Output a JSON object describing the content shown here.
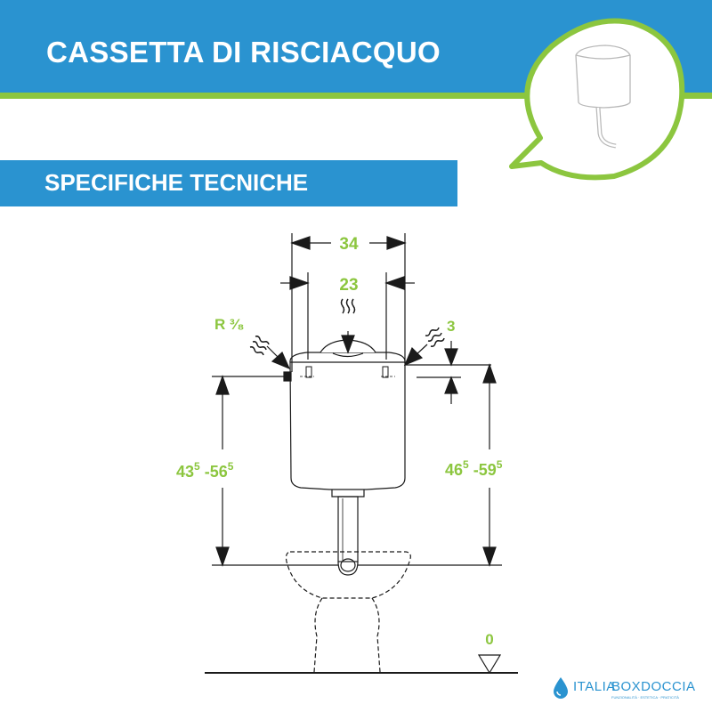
{
  "header": {
    "title": "CASSETTA DI RISCIACQUO",
    "subtitle": "SPECIFICHE TECNICHE"
  },
  "diagram": {
    "dim_top_width": "34",
    "dim_inner_width": "23",
    "dim_thread": "R ³⁄₈",
    "dim_offset": "3",
    "dim_left_height": {
      "base1": "43",
      "sup1": "5",
      "sep": " -",
      "base2": "56",
      "sup2": "5"
    },
    "dim_right_height": {
      "base1": "46",
      "sup1": "5",
      "sep": " -",
      "base2": "59",
      "sup2": "5"
    },
    "floor_level": "0"
  },
  "brand": {
    "italia": "ITALIA",
    "box": "BOXDOCCIA",
    "tagline": "FUNZIONALITÀ · ESTETICA · PRATICITÀ"
  },
  "colors": {
    "blue": "#2a93d0",
    "green": "#8cc63f",
    "line": "#1a1a1a"
  }
}
